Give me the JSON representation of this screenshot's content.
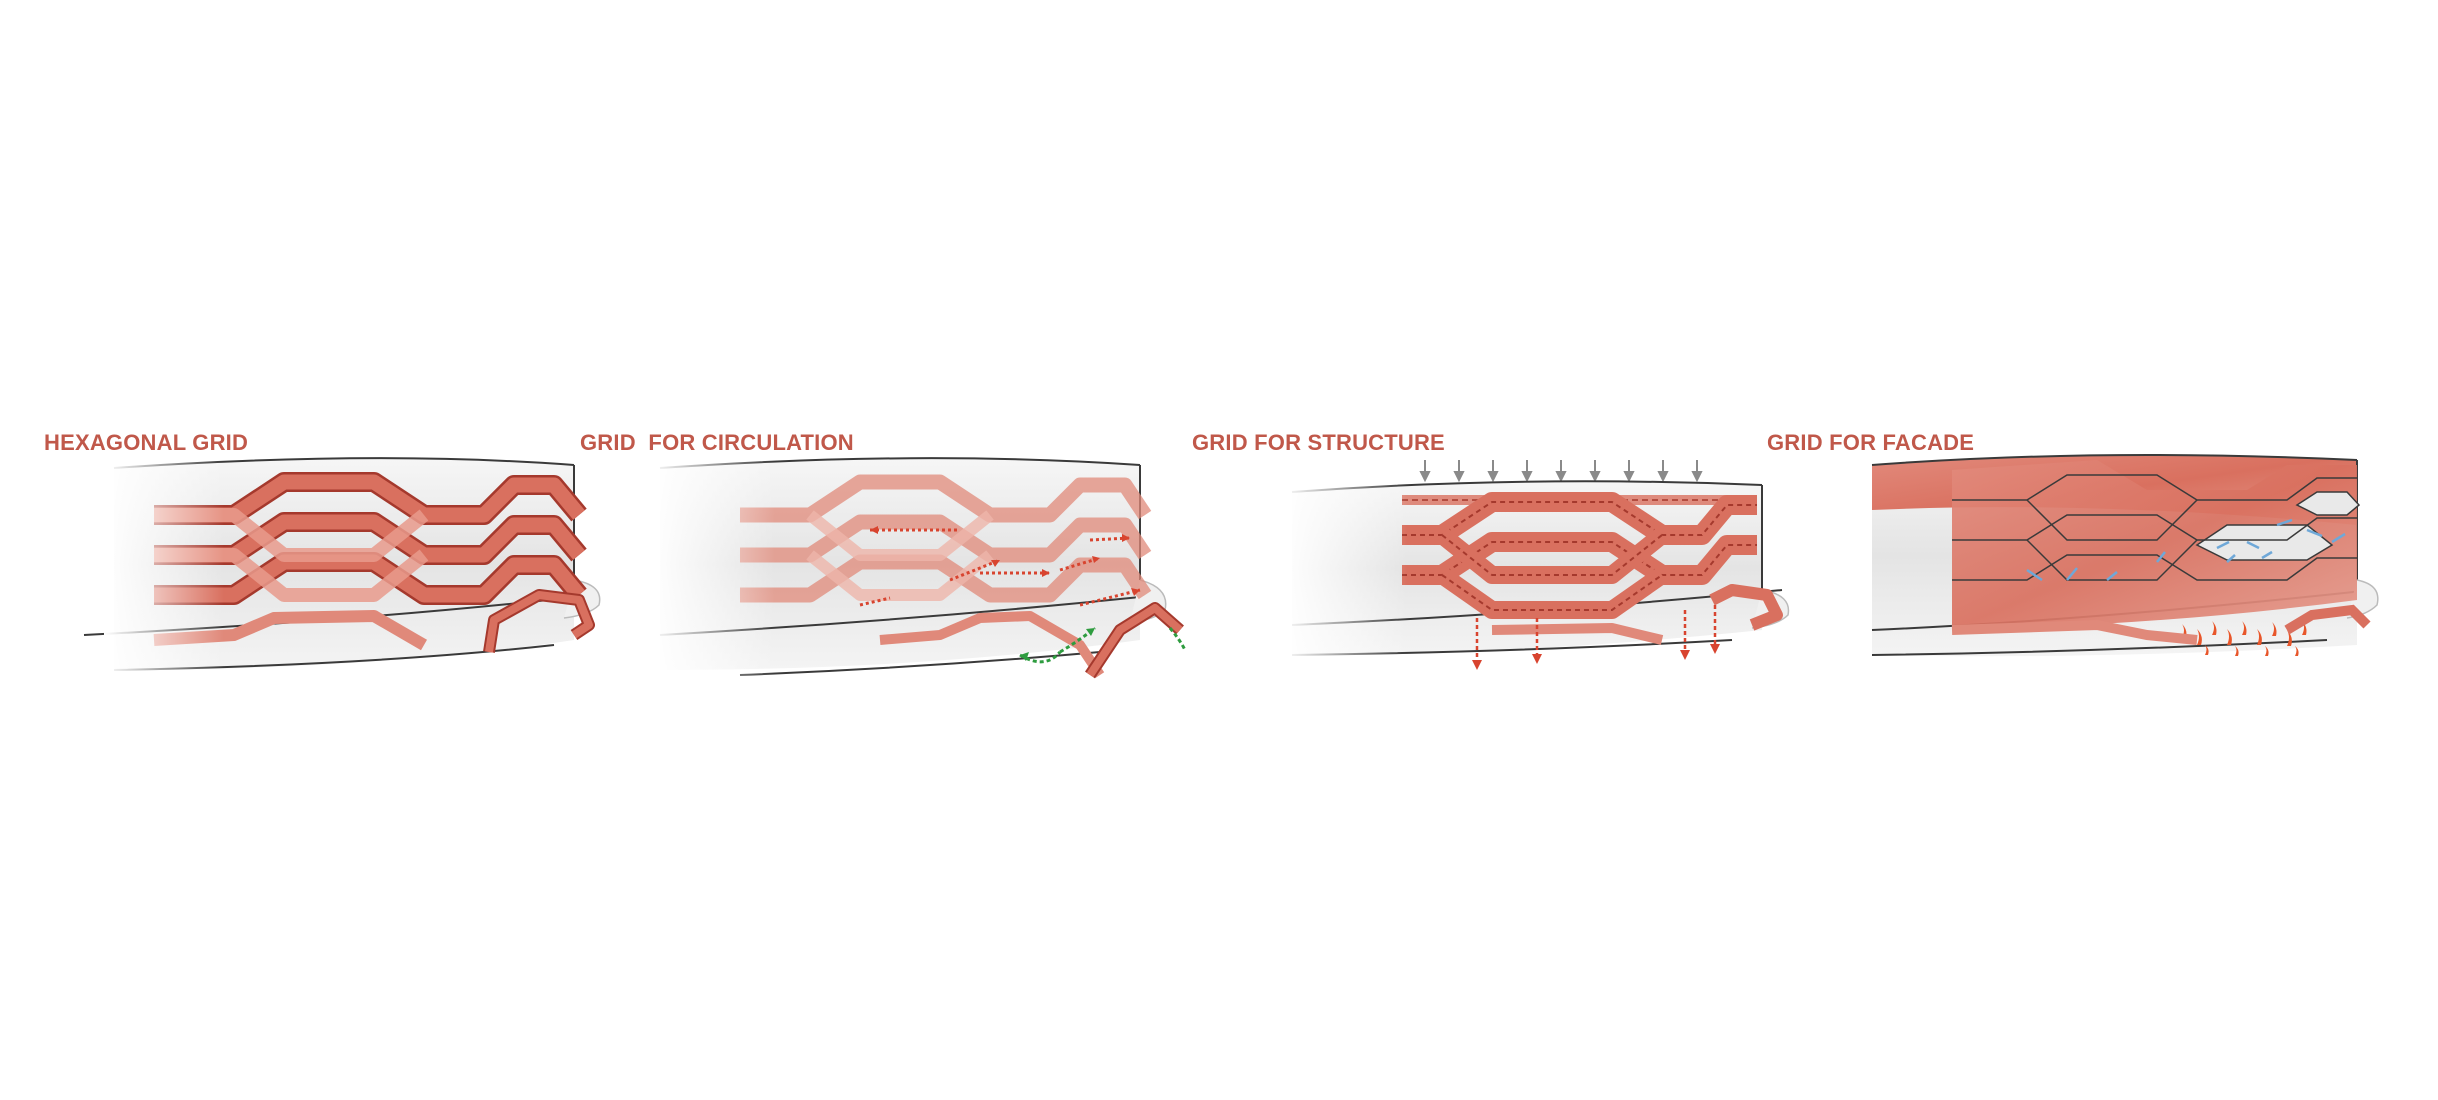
{
  "colors": {
    "title": "#c0584a",
    "band": "#d9705f",
    "band_edge": "#a5392d",
    "band_light": "#eeb5aa",
    "drum_fill": "#ececec",
    "drum_shade": "#d6d6d6",
    "outline": "#3a3a3a",
    "arrow_red": "#d8442f",
    "arrow_green": "#2e9c3f",
    "arrow_gray": "#8a8a8a",
    "arrow_blue": "#6fa8d8",
    "flame": "#e8562a"
  },
  "panels": [
    {
      "title": "HEXAGONAL GRID"
    },
    {
      "title": "GRID  FOR CIRCULATION"
    },
    {
      "title": "GRID FOR STRUCTURE"
    },
    {
      "title": "GRID FOR FACADE"
    }
  ]
}
